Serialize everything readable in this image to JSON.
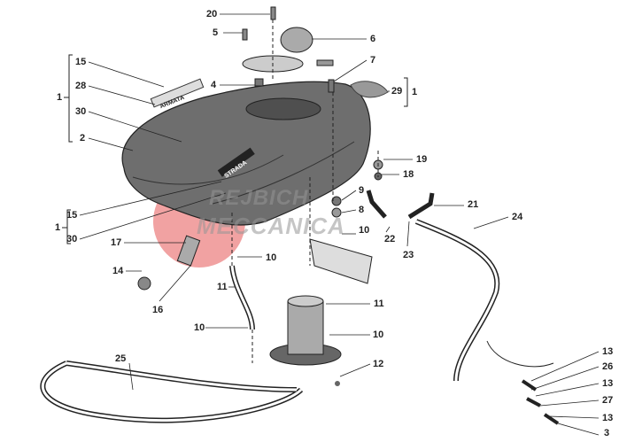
{
  "diagram": {
    "title": "Fuel tank exploded parts diagram",
    "callouts": [
      "20",
      "5",
      "6",
      "4",
      "7",
      "29",
      "1",
      "15",
      "28",
      "1",
      "30",
      "2",
      "19",
      "18",
      "9",
      "8",
      "10",
      "21",
      "24",
      "15",
      "1",
      "30",
      "17",
      "22",
      "23",
      "14",
      "16",
      "10",
      "11",
      "11",
      "10",
      "10",
      "12",
      "25",
      "13",
      "26",
      "13",
      "27",
      "13",
      "3"
    ],
    "watermark": {
      "line1": "REJBICH",
      "line2": "MECCANICA",
      "color": "#e03030"
    },
    "decal_text": [
      "STRADA",
      "ARMATA"
    ]
  }
}
